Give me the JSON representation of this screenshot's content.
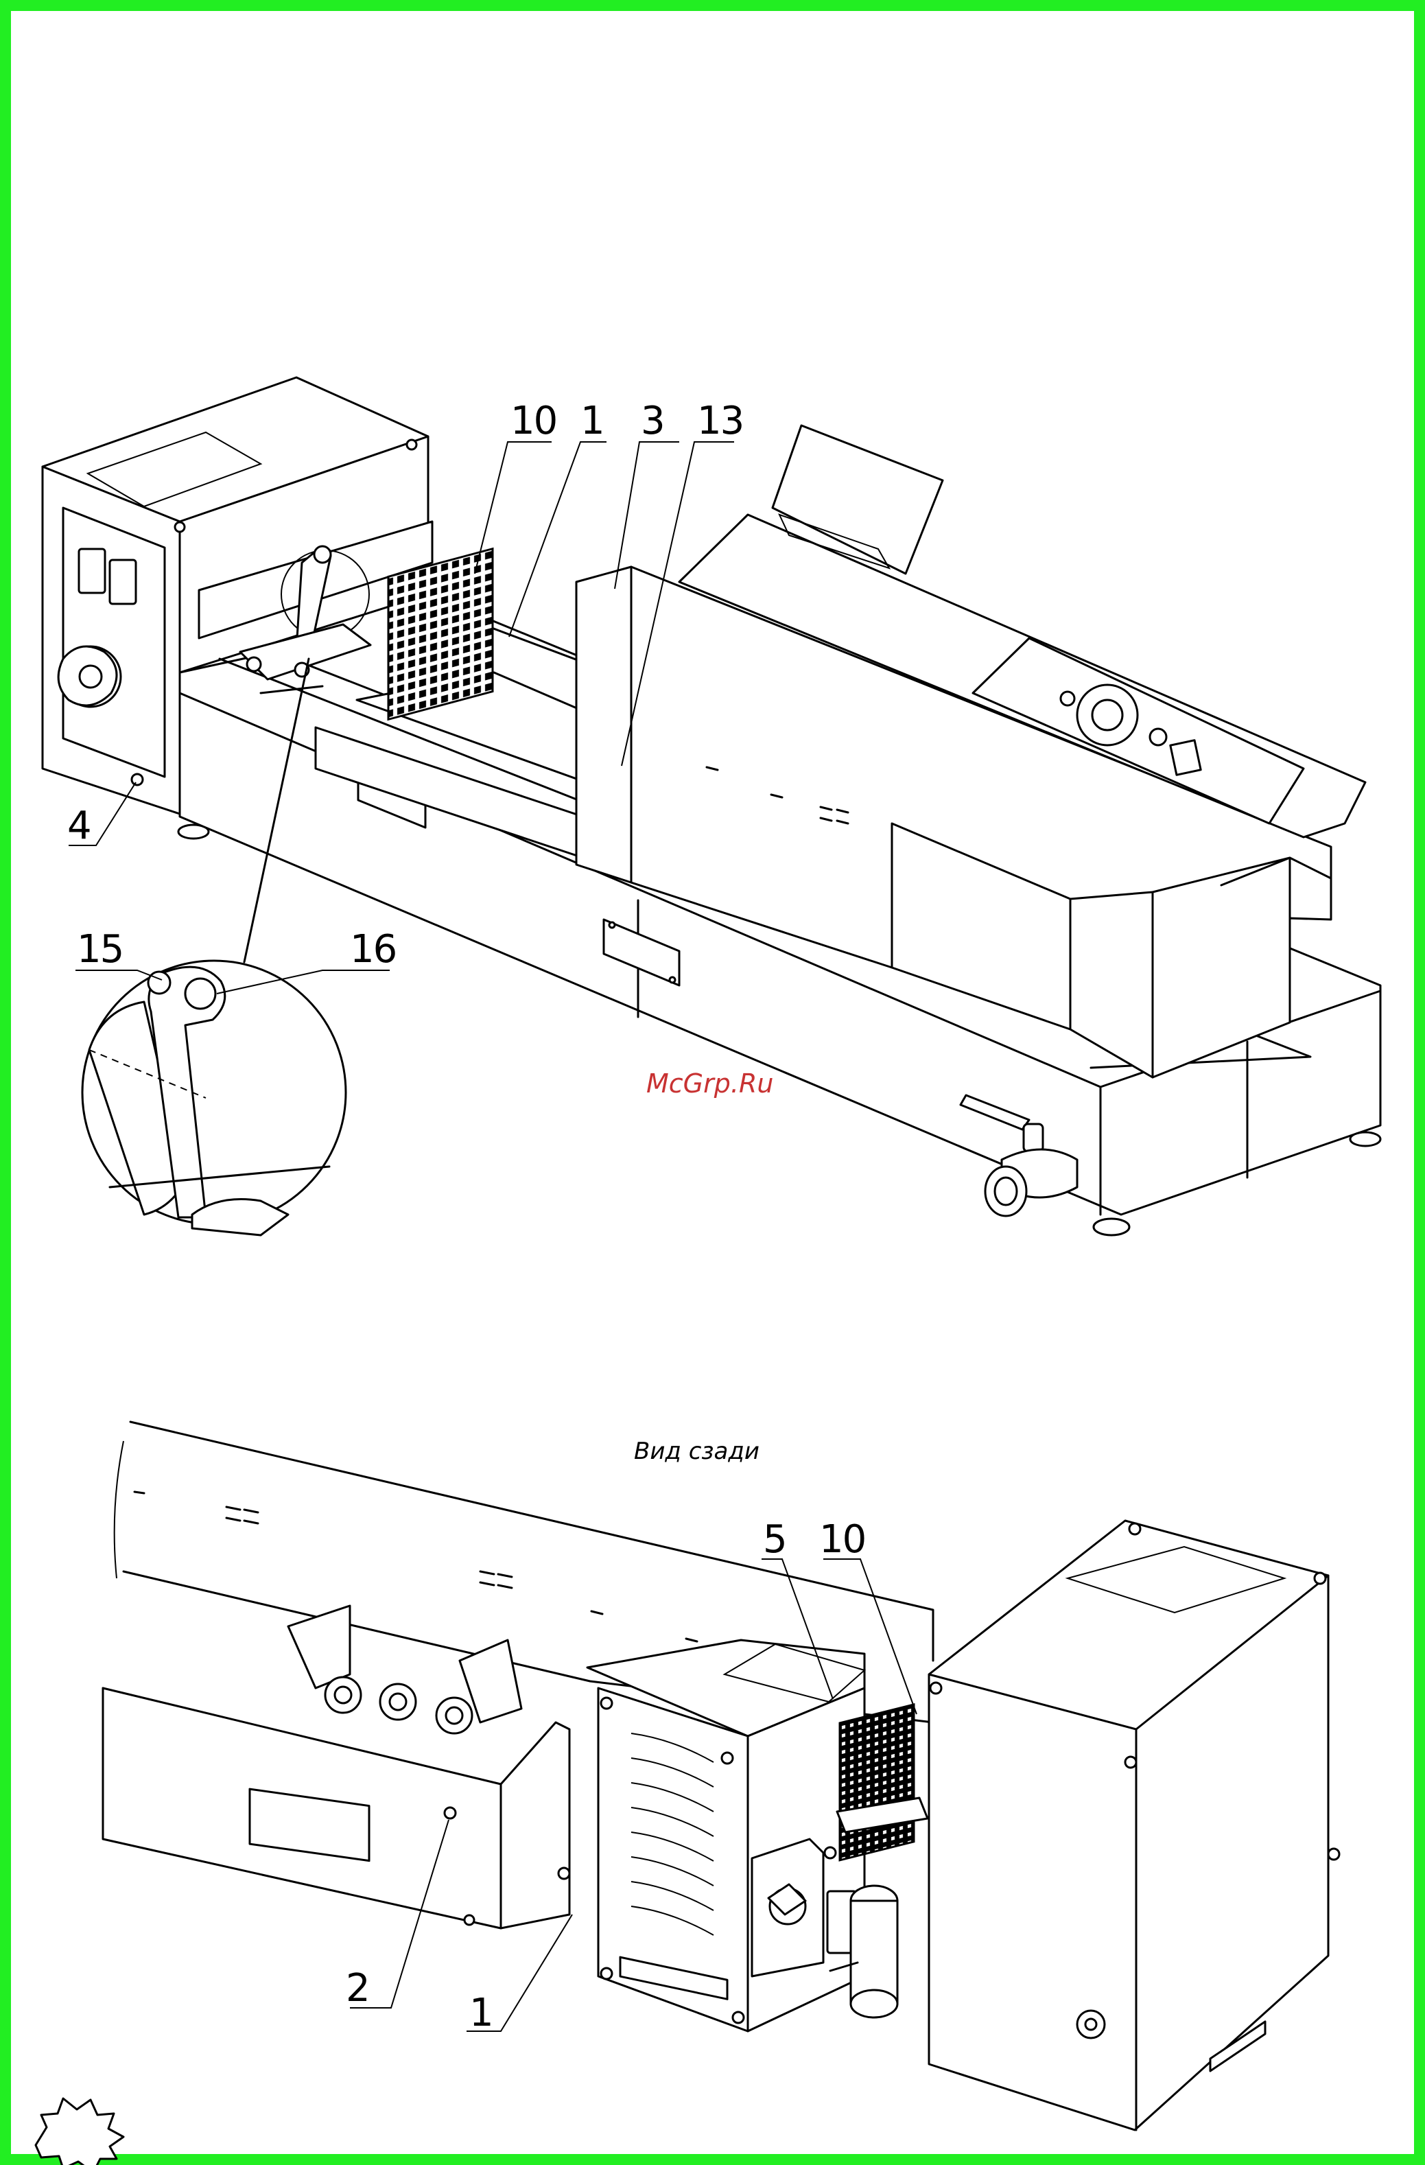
{
  "figure_top": {
    "callouts": {
      "c10": "10",
      "c1": "1",
      "c3": "3",
      "c13": "13",
      "c4": "4",
      "c15": "15",
      "c16": "16"
    }
  },
  "figure_bottom": {
    "caption": "Вид сзади",
    "callouts": {
      "c5": "5",
      "c10": "10",
      "c2": "2",
      "c1": "1"
    }
  },
  "watermark": "McGrp.Ru",
  "colors": {
    "frame": "#22ee22",
    "watermark": "#c83232",
    "line": "#000000"
  }
}
